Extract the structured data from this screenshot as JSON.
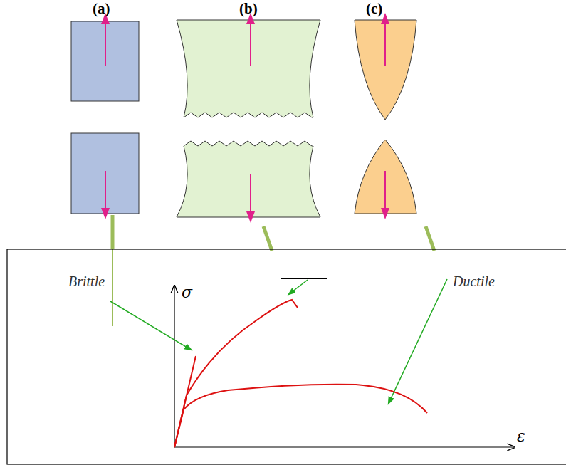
{
  "diagram": {
    "labels": [
      "(a)",
      "(b)",
      "(c)",
      "Brittle",
      "Ductile",
      "σ",
      "ε"
    ]
  }
}
